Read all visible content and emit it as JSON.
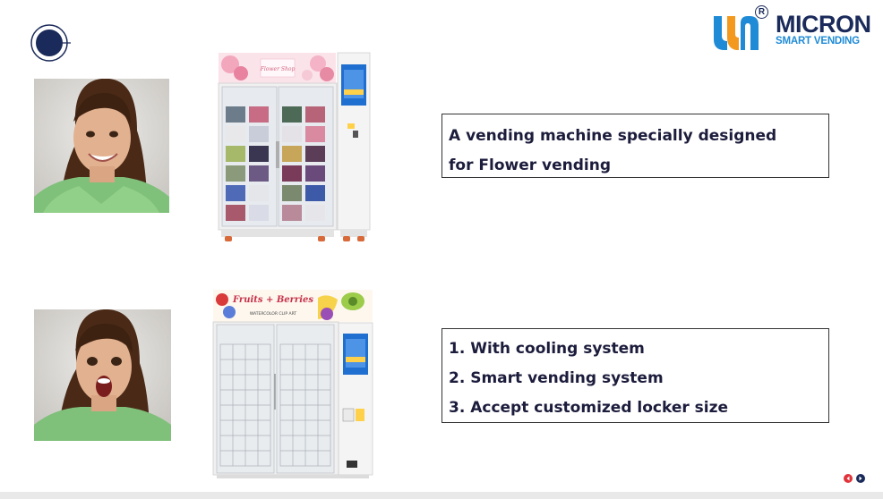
{
  "logo": {
    "brand": "MICRON",
    "tagline": "SMART VENDING",
    "registered": "R"
  },
  "machine_top": {
    "banner_text": "Flower Shop"
  },
  "machine_bottom": {
    "banner_title": "Fruits + Berries",
    "banner_sub": "WATERCOLOR CLIP ART"
  },
  "box_top": {
    "lines": [
      "A vending machine specially designed",
      "for Flower vending"
    ]
  },
  "box_bottom": {
    "lines": [
      "1. With cooling system",
      "2. Smart vending system",
      "3. Accept customized locker size"
    ]
  },
  "colors": {
    "navy": "#1a2a5a",
    "brand_blue": "#1f8bd6",
    "brand_orange": "#f39a1e",
    "pager_red": "#e0333a"
  }
}
